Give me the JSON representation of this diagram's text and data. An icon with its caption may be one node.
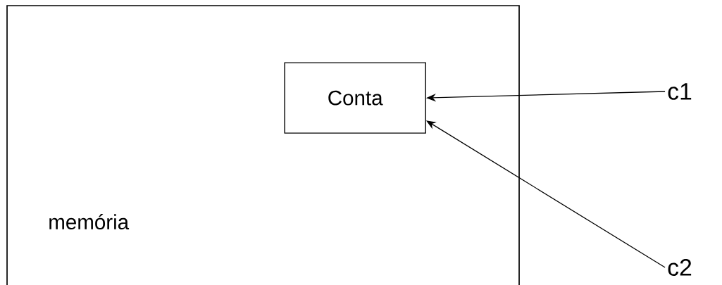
{
  "diagram": {
    "nodes": [
      {
        "text": [
          "memória"
        ]
      },
      {
        "text": [
          "Conta"
        ],
        "in": 0
      },
      {
        "text": [
          "c1"
        ]
      },
      {
        "text": [
          "c2"
        ]
      }
    ],
    "edges": [
      {
        "from": 2,
        "to": 1,
        "arrow": "to"
      },
      {
        "from": 3,
        "to": 1,
        "arrow": "to"
      }
    ]
  }
}
